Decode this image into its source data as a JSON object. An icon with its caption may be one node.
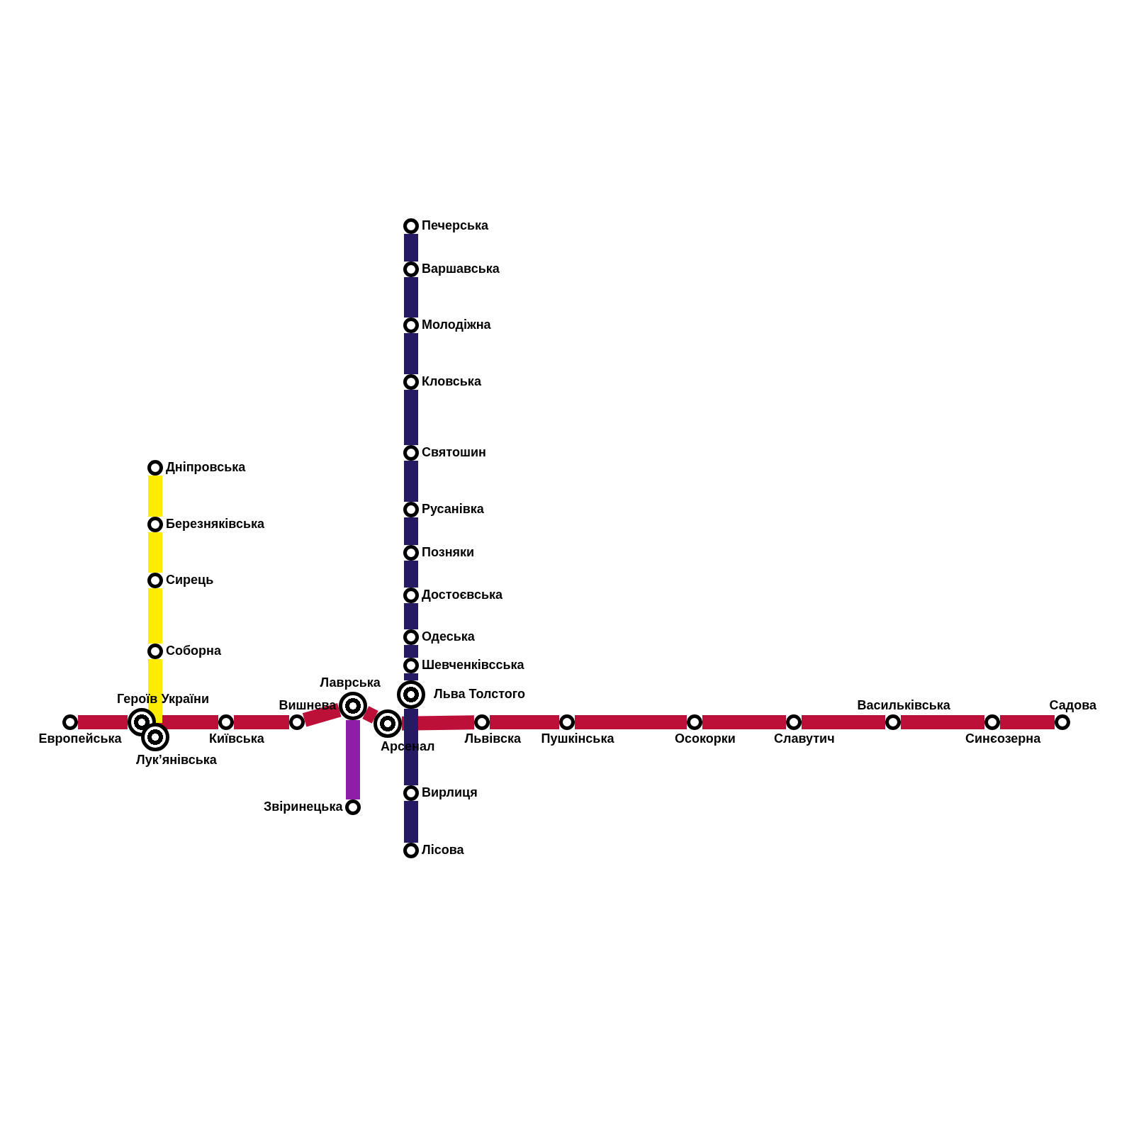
{
  "diagram": {
    "nodes": [
      {
        "text": [],
        "shape": "circle",
        "beside": [
          "Европейська"
        ]
      },
      {
        "text": [],
        "shape": "circle",
        "beside": [
          "Героїв України"
        ]
      },
      {
        "text": [],
        "shape": "circle",
        "beside": [
          "Лук’янівська"
        ]
      },
      {
        "text": [],
        "shape": "circle",
        "beside": [
          "Київська"
        ]
      },
      {
        "text": [],
        "shape": "circle",
        "beside": [
          "Вишнева"
        ]
      },
      {
        "text": [],
        "shape": "circle",
        "beside": [
          "Лаврська"
        ]
      },
      {
        "text": [],
        "shape": "circle",
        "beside": [
          "Арсенал"
        ]
      },
      {
        "text": [],
        "shape": "circle",
        "beside": [
          "Львівска"
        ]
      },
      {
        "text": [],
        "shape": "circle",
        "beside": [
          "Пушкінська"
        ]
      },
      {
        "text": [],
        "shape": "circle",
        "beside": [
          "Осокорки"
        ]
      },
      {
        "text": [],
        "shape": "circle",
        "beside": [
          "Славутич"
        ]
      },
      {
        "text": [],
        "shape": "circle",
        "beside": [
          "Васильківська"
        ]
      },
      {
        "text": [],
        "shape": "circle",
        "beside": [
          "Синєозерна"
        ]
      },
      {
        "text": [],
        "shape": "circle",
        "beside": [
          "Садова"
        ]
      },
      {
        "text": [],
        "shape": "circle",
        "beside": [
          "Дніпровська"
        ]
      },
      {
        "text": [],
        "shape": "circle",
        "beside": [
          "Березняківська"
        ]
      },
      {
        "text": [],
        "shape": "circle",
        "beside": [
          "Сирець"
        ]
      },
      {
        "text": [],
        "shape": "circle",
        "beside": [
          "Соборна"
        ]
      },
      {
        "text": [],
        "shape": "circle",
        "beside": [
          "Печерська"
        ]
      },
      {
        "text": [],
        "shape": "circle",
        "beside": [
          "Варшавська"
        ]
      },
      {
        "text": [],
        "shape": "circle",
        "beside": [
          "Молодіжна"
        ]
      },
      {
        "text": [],
        "shape": "circle",
        "beside": [
          "Кловська"
        ]
      },
      {
        "text": [],
        "shape": "circle",
        "beside": [
          "Святошин"
        ]
      },
      {
        "text": [],
        "shape": "circle",
        "beside": [
          "Русанівка"
        ]
      },
      {
        "text": [],
        "shape": "circle",
        "beside": [
          "Позняки"
        ]
      },
      {
        "text": [],
        "shape": "circle",
        "beside": [
          "Достоєвська"
        ]
      },
      {
        "text": [],
        "shape": "circle",
        "beside": [
          "Одеська"
        ]
      },
      {
        "text": [],
        "shape": "circle",
        "beside": [
          "Шевченківсська"
        ]
      },
      {
        "text": [],
        "shape": "circle",
        "beside": [
          "Льва Толстого"
        ]
      },
      {
        "text": [],
        "shape": "circle",
        "beside": [
          "Вирлиця"
        ]
      },
      {
        "text": [],
        "shape": "circle",
        "beside": [
          "Лісова"
        ]
      },
      {
        "text": [],
        "shape": "circle",
        "beside": [
          "Звіринецька"
        ]
      }
    ],
    "edges": [
      {
        "from": 0,
        "to": 1,
        "arrow": "none",
        "color": "#bd1038"
      },
      {
        "from": 1,
        "to": 3,
        "arrow": "none",
        "color": "#bd1038"
      },
      {
        "from": 3,
        "to": 4,
        "arrow": "none",
        "color": "#bd1038"
      },
      {
        "from": 4,
        "to": 5,
        "arrow": "none",
        "color": "#bd1038"
      },
      {
        "from": 5,
        "to": 6,
        "arrow": "none",
        "color": "#bd1038"
      },
      {
        "from": 6,
        "to": 7,
        "arrow": "none",
        "color": "#bd1038"
      },
      {
        "from": 7,
        "to": 8,
        "arrow": "none",
        "color": "#bd1038"
      },
      {
        "from": 8,
        "to": 9,
        "arrow": "none",
        "color": "#bd1038"
      },
      {
        "from": 9,
        "to": 10,
        "arrow": "none",
        "color": "#bd1038"
      },
      {
        "from": 10,
        "to": 11,
        "arrow": "none",
        "color": "#bd1038"
      },
      {
        "from": 11,
        "to": 12,
        "arrow": "none",
        "color": "#bd1038"
      },
      {
        "from": 12,
        "to": 13,
        "arrow": "none",
        "color": "#bd1038"
      },
      {
        "from": 14,
        "to": 15,
        "arrow": "none",
        "color": "#ffec00"
      },
      {
        "from": 15,
        "to": 16,
        "arrow": "none",
        "color": "#ffec00"
      },
      {
        "from": 16,
        "to": 17,
        "arrow": "none",
        "color": "#ffec00"
      },
      {
        "from": 17,
        "to": 2,
        "arrow": "none",
        "color": "#ffec00"
      },
      {
        "from": 18,
        "to": 19,
        "arrow": "none",
        "color": "#261a63"
      },
      {
        "from": 19,
        "to": 20,
        "arrow": "none",
        "color": "#261a63"
      },
      {
        "from": 20,
        "to": 21,
        "arrow": "none",
        "color": "#261a63"
      },
      {
        "from": 21,
        "to": 22,
        "arrow": "none",
        "color": "#261a63"
      },
      {
        "from": 22,
        "to": 23,
        "arrow": "none",
        "color": "#261a63"
      },
      {
        "from": 23,
        "to": 24,
        "arrow": "none",
        "color": "#261a63"
      },
      {
        "from": 24,
        "to": 25,
        "arrow": "none",
        "color": "#261a63"
      },
      {
        "from": 25,
        "to": 26,
        "arrow": "none",
        "color": "#261a63"
      },
      {
        "from": 26,
        "to": 27,
        "arrow": "none",
        "color": "#261a63"
      },
      {
        "from": 27,
        "to": 28,
        "arrow": "none",
        "color": "#261a63"
      },
      {
        "from": 28,
        "to": 29,
        "arrow": "none",
        "color": "#261a63"
      },
      {
        "from": 29,
        "to": 30,
        "arrow": "none",
        "color": "#261a63"
      },
      {
        "from": 5,
        "to": 31,
        "arrow": "none",
        "color": "#8e1ea8"
      }
    ]
  }
}
